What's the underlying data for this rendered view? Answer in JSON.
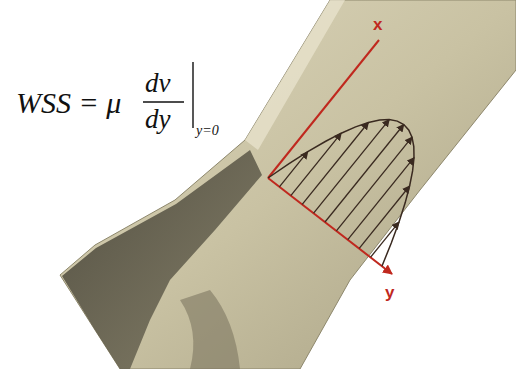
{
  "diagram": {
    "labels": [
      "WSS = μ",
      "dv",
      "dy",
      "y=0",
      "x",
      "y"
    ]
  }
}
